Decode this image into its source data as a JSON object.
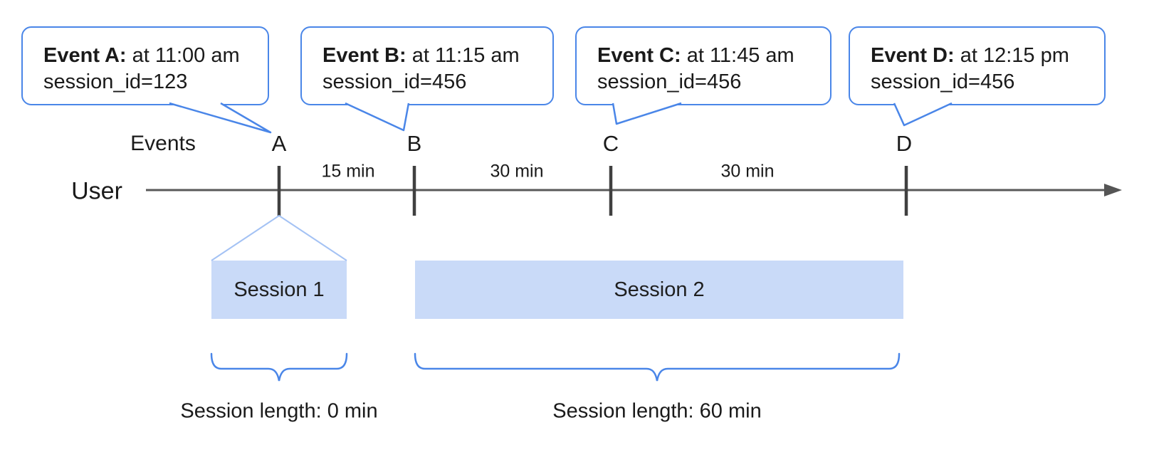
{
  "diagram": {
    "axis_label": "User",
    "events_row_label": "Events",
    "events": [
      {
        "label": "A",
        "callout_bold": "Event A:",
        "callout_text": " at 11:00 am",
        "callout_line2": "session_id=123"
      },
      {
        "label": "B",
        "callout_bold": "Event B:",
        "callout_text": " at 11:15 am",
        "callout_line2": "session_id=456"
      },
      {
        "label": "C",
        "callout_bold": "Event C:",
        "callout_text": " at 11:45 am",
        "callout_line2": "session_id=456"
      },
      {
        "label": "D",
        "callout_bold": "Event D:",
        "callout_text": " at 12:15 pm",
        "callout_line2": "session_id=456"
      }
    ],
    "intervals": [
      {
        "label": "15 min"
      },
      {
        "label": "30 min"
      },
      {
        "label": "30 min"
      }
    ],
    "sessions": [
      {
        "name": "Session 1",
        "length_label": "Session length: 0 min"
      },
      {
        "name": "Session 2",
        "length_label": "Session length: 60 min"
      }
    ],
    "colors": {
      "accent_blue": "#4a86e8",
      "session_fill": "#c9daf8",
      "funnel_line": "#a4c2f4",
      "timeline_gray": "#595959",
      "tick_gray": "#404040"
    }
  }
}
